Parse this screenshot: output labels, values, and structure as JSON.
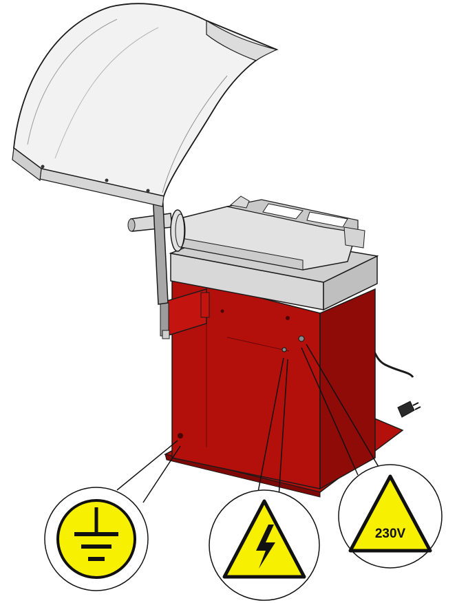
{
  "machine": {
    "name_icon": "wheel-balancer-illustration",
    "colors": {
      "cabinet_red": "#b3100c",
      "cabinet_dark_red": "#7d0806",
      "guard_light": "#f2f2f2",
      "frame_gray": "#c8c8c8",
      "outline": "#1a1a1a"
    }
  },
  "callouts": [
    {
      "id": "ground",
      "icon": "ground-symbol-icon",
      "fill": "#f7f000"
    },
    {
      "id": "electrical-hazard",
      "icon": "lightning-hazard-icon",
      "fill": "#f7f000"
    },
    {
      "id": "voltage",
      "icon": "voltage-warning-icon",
      "fill": "#f7f000",
      "label": "230V"
    }
  ]
}
